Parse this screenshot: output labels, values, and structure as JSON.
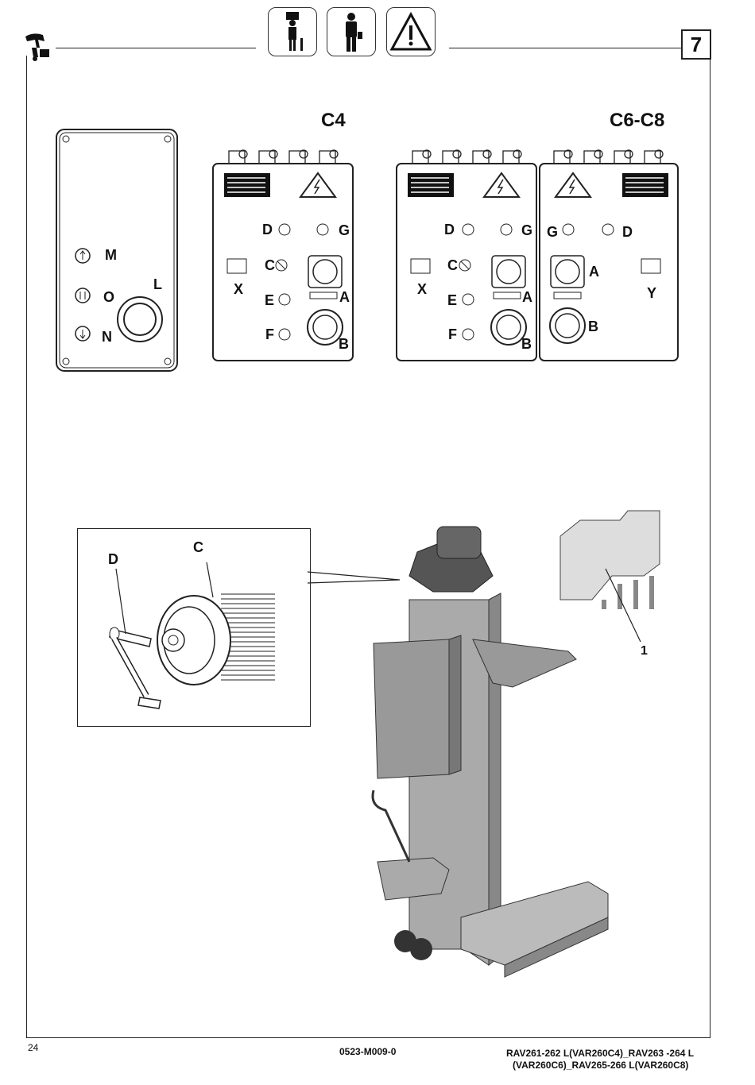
{
  "header": {
    "page_number": "7",
    "icons": [
      "operator-with-load-icon",
      "operator-icon",
      "warning-triangle-icon"
    ]
  },
  "panels": {
    "left_panel": {
      "labels": {
        "M": "M",
        "O": "O",
        "L": "L",
        "N": "N"
      }
    },
    "c4": {
      "title": "C4",
      "labels": [
        "D",
        "G",
        "C",
        "X",
        "A",
        "E",
        "F",
        "B"
      ]
    },
    "c6c8": {
      "title": "C6-C8",
      "labels_left": [
        "D",
        "G",
        "C",
        "X",
        "A",
        "E",
        "F",
        "B"
      ],
      "labels_right": [
        "G",
        "D",
        "A",
        "Y",
        "B"
      ]
    }
  },
  "detail": {
    "label_c": "C",
    "label_d": "D",
    "label_1": "1"
  },
  "footer": {
    "page": "24",
    "code": "0523-M009-0",
    "model_line1": "RAV261-262 L(VAR260C4)_RAV263 -264 L",
    "model_line2": "(VAR260C6)_RAV265-266 L(VAR260C8)"
  }
}
